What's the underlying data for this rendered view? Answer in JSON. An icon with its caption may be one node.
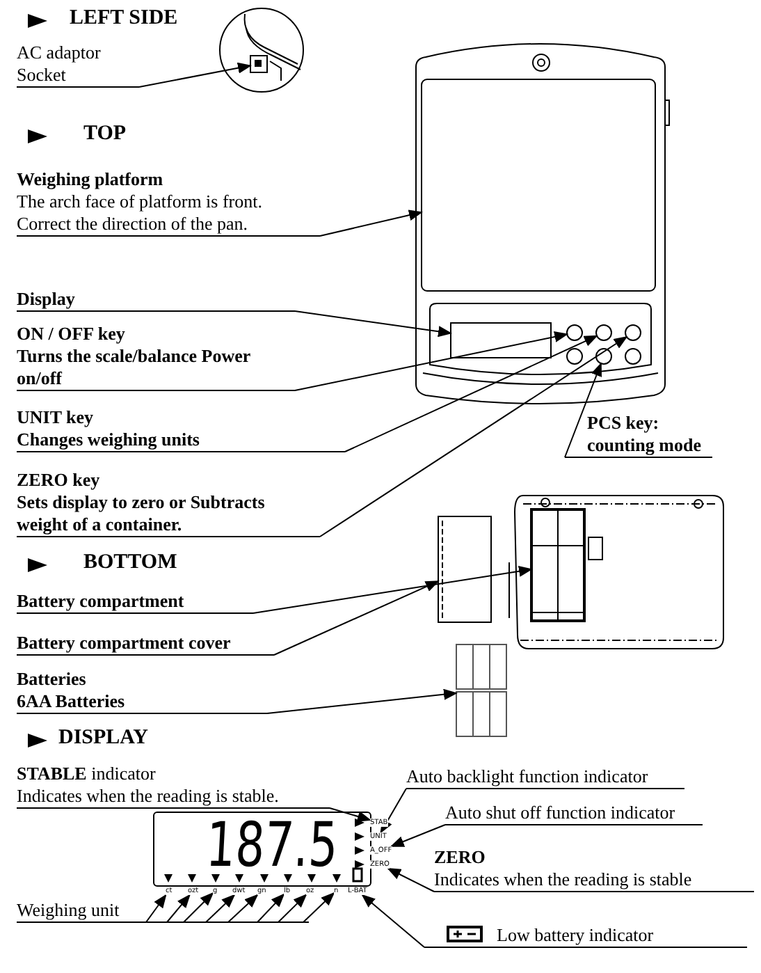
{
  "diagram": {
    "nodes": [
      {
        "text": [
          "AC adaptor Socket"
        ]
      },
      {
        "text": [
          "Weighing platform",
          "The arch face of platform is front. Correct the direction of the pan."
        ]
      },
      {
        "text": [
          "Display"
        ]
      },
      {
        "text": [
          "ON / OFF key",
          "Turns the scale/balance Power on/off"
        ]
      },
      {
        "text": [
          "UNIT key",
          "Changes weighing units"
        ]
      },
      {
        "text": [
          "ZERO key",
          "Sets display to zero or Subtracts weight of a container."
        ]
      },
      {
        "text": [
          "PCS key: counting mode"
        ]
      },
      {
        "text": [
          "Battery compartment"
        ]
      },
      {
        "text": [
          "Battery compartment cover"
        ]
      },
      {
        "text": [
          "Batteries",
          "6AA Batteries"
        ]
      },
      {
        "text": [
          "**STABLE** indicator",
          "Indicates when the reading is stable."
        ]
      },
      {
        "text": [
          "Auto backlight function indicator"
        ]
      },
      {
        "text": [
          "Auto shut off function indicator"
        ]
      },
      {
        "text": [
          "ZERO",
          "Indicates when the reading is stable"
        ]
      },
      {
        "text": [
          "Weighing unit"
        ]
      },
      {
        "text": [
          "Low battery indicator"
        ]
      },
      {
        "text": [],
        "shape": "box"
      },
      {
        "text": [],
        "shape": "box"
      },
      {
        "text": [],
        "shape": "box"
      },
      {
        "text": [],
        "shape": "circle"
      },
      {
        "text": [],
        "shape": "circle"
      },
      {
        "text": [],
        "shape": "circle"
      },
      {
        "text": [],
        "shape": "circle"
      },
      {
        "text": [],
        "shape": "box"
      },
      {
        "text": [],
        "shape": "box"
      },
      {
        "text": [],
        "shape": "battery"
      },
      {
        "text": [
          "STAB"
        ]
      },
      {
        "text": [
          "UNIT"
        ]
      },
      {
        "text": [
          "A_OFF"
        ]
      },
      {
        "text": [
          "ZERO"
        ]
      },
      {
        "text": [
          "ct"
        ]
      },
      {
        "text": [
          "ozt"
        ]
      },
      {
        "text": [
          "g"
        ]
      },
      {
        "text": [
          "dwt"
        ]
      },
      {
        "text": [
          "gn"
        ]
      },
      {
        "text": [
          "lb"
        ]
      },
      {
        "text": [
          "oz"
        ]
      },
      {
        "text": [
          "n"
        ]
      },
      {
        "text": [
          "L-BAT"
        ]
      }
    ],
    "edges": [
      {
        "from": 0,
        "to": 16,
        "arrow": "to"
      },
      {
        "from": 1,
        "to": 17,
        "arrow": "to"
      },
      {
        "from": 2,
        "to": 18,
        "arrow": "to"
      },
      {
        "from": 3,
        "to": 19,
        "arrow": "to"
      },
      {
        "from": 4,
        "to": 20,
        "arrow": "to"
      },
      {
        "from": 5,
        "to": 21,
        "arrow": "to"
      },
      {
        "from": 6,
        "to": 22,
        "arrow": "to"
      },
      {
        "from": 7,
        "to": 23,
        "arrow": "to"
      },
      {
        "from": 8,
        "to": 24,
        "arrow": "to"
      },
      {
        "from": 9,
        "to": 25,
        "arrow": "to"
      },
      {
        "from": 10,
        "to": 26,
        "arrow": "to"
      },
      {
        "from": 11,
        "to": 27,
        "arrow": "to"
      },
      {
        "from": 12,
        "to": 28,
        "arrow": "to"
      },
      {
        "from": 13,
        "to": 29,
        "arrow": "to"
      },
      {
        "from": 14,
        "to": 30,
        "arrow": "to"
      },
      {
        "from": 14,
        "to": 31,
        "arrow": "to"
      },
      {
        "from": 14,
        "to": 32,
        "arrow": "to"
      },
      {
        "from": 14,
        "to": 33,
        "arrow": "to"
      },
      {
        "from": 14,
        "to": 34,
        "arrow": "to"
      },
      {
        "from": 14,
        "to": 35,
        "arrow": "to"
      },
      {
        "from": 14,
        "to": 36,
        "arrow": "to"
      },
      {
        "from": 14,
        "to": 37,
        "arrow": "to"
      },
      {
        "from": 15,
        "to": 38,
        "arrow": "to"
      }
    ],
    "labels": [
      "LEFT SIDE",
      "TOP",
      "BOTTOM",
      "DISPLAY",
      "187.5"
    ]
  }
}
